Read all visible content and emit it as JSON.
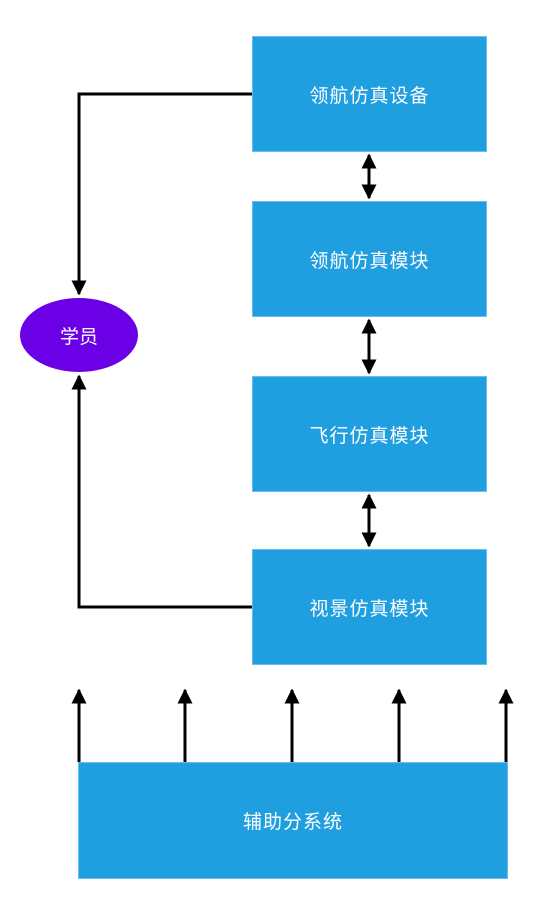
{
  "nodes": {
    "nav_device": "领航仿真设备",
    "nav_module": "领航仿真模块",
    "flight_module": "飞行仿真模块",
    "visual_module": "视景仿真模块",
    "aux_system": "辅助分系统",
    "student": "学员"
  },
  "colors": {
    "box_fill": "#1f9ee0",
    "ellipse_fill": "#6b00e6",
    "text": "#ffffff",
    "line": "#000000"
  }
}
